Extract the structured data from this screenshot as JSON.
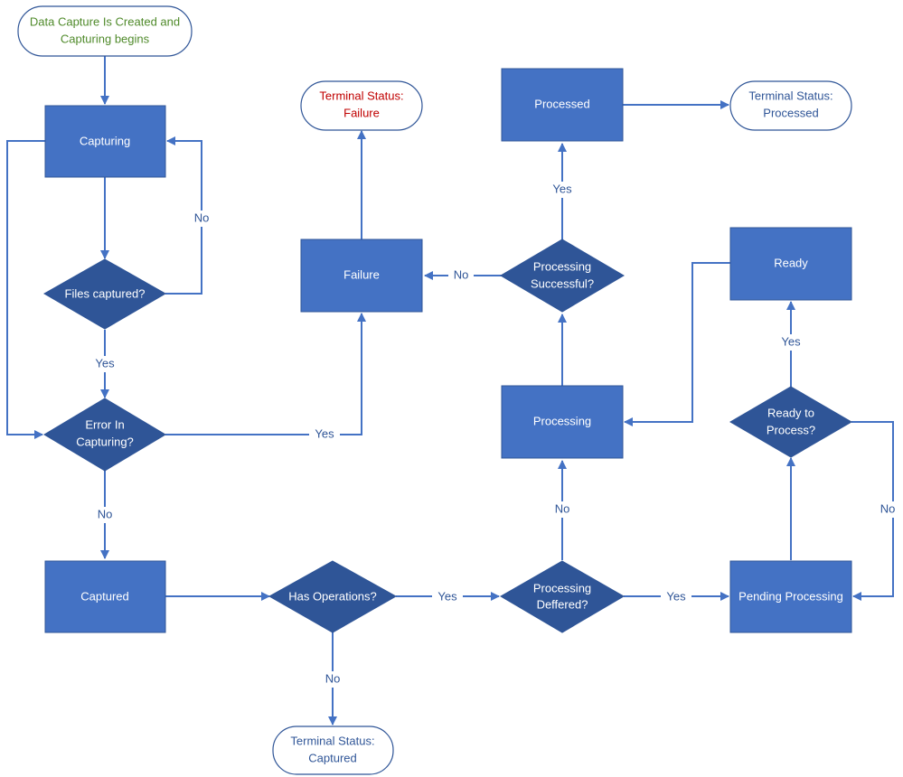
{
  "colors": {
    "process_fill": "#4472c4",
    "process_stroke": "#2f5597",
    "decision_fill": "#2f5597",
    "decision_stroke": "#2f5597",
    "terminal_fill": "#ffffff",
    "terminal_stroke": "#2f5597",
    "arrow": "#4472c4",
    "label_text": "#2f5597",
    "start_text": "#4f8a2a",
    "failure_text": "#c00000"
  },
  "nodes": {
    "start": {
      "line1": "Data Capture Is Created and",
      "line2": "Capturing begins"
    },
    "capturing": {
      "label": "Capturing"
    },
    "files_captured": {
      "label": "Files captured?"
    },
    "error_in_capturing": {
      "line1": "Error In",
      "line2": "Capturing?"
    },
    "captured": {
      "label": "Captured"
    },
    "has_operations": {
      "label": "Has Operations?"
    },
    "terminal_captured": {
      "line1": "Terminal Status:",
      "line2": "Captured"
    },
    "processing_deffered": {
      "line1": "Processing",
      "line2": "Deffered?"
    },
    "pending_processing": {
      "label": "Pending Processing"
    },
    "ready_to_process": {
      "line1": "Ready to",
      "line2": "Process?"
    },
    "ready": {
      "label": "Ready"
    },
    "processing": {
      "label": "Processing"
    },
    "processing_successful": {
      "line1": "Processing",
      "line2": "Successful?"
    },
    "failure": {
      "label": "Failure"
    },
    "terminal_failure": {
      "line1": "Terminal Status:",
      "line2": "Failure"
    },
    "processed": {
      "label": "Processed"
    },
    "terminal_processed": {
      "line1": "Terminal Status:",
      "line2": "Processed"
    }
  },
  "edge_labels": {
    "files_captured_no": "No",
    "files_captured_yes": "Yes",
    "error_yes": "Yes",
    "error_no": "No",
    "has_operations_yes": "Yes",
    "has_operations_no": "No",
    "deffered_yes": "Yes",
    "deffered_no": "No",
    "ready_to_process_yes": "Yes",
    "ready_to_process_no": "No",
    "successful_yes": "Yes",
    "successful_no": "No"
  }
}
